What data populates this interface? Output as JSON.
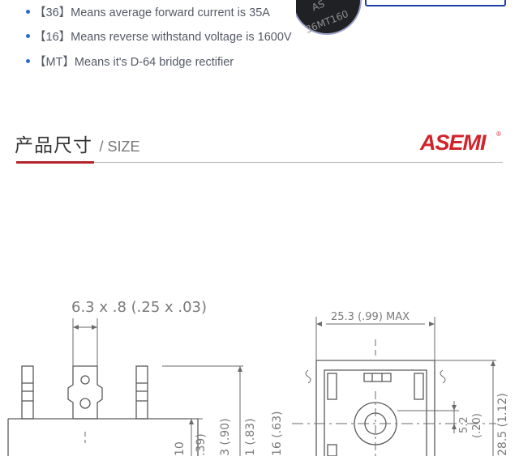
{
  "features": [
    {
      "text": "【36】Means average forward current is 35A"
    },
    {
      "text": "【16】Means reverse withstand voltage is 1600V"
    },
    {
      "text": "【MT】Means it's D-64 bridge rectifier"
    }
  ],
  "chip": {
    "mark_line1": "AS",
    "mark_line2": "36MT160"
  },
  "section": {
    "title_cn": "产品尺寸",
    "title_en": "/ SIZE"
  },
  "brand": {
    "logo_text": "ASEMI",
    "registered": "®",
    "color": "#d2232a"
  },
  "drawing": {
    "terminal_dim": "6.3 x .8 (.25 x .03)",
    "width_dim": "25.3 (.99) MAX",
    "height_dim": "28.5 (1.12)",
    "hole_dim_mm": "5.2",
    "hole_dim_in": "(.20)",
    "dim_63": "16 (.63)",
    "dim_83": "1 (.83)",
    "dim_90": "3 (.90)",
    "dim_39": ".39)",
    "dim_10": "10"
  }
}
